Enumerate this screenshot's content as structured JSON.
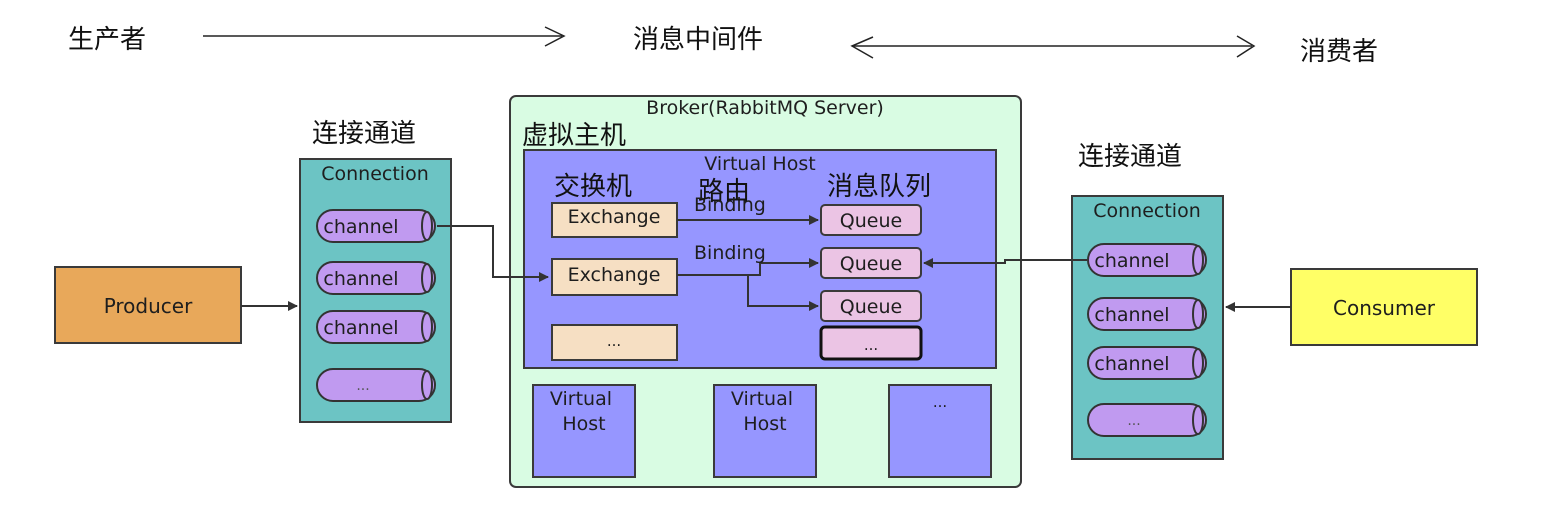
{
  "top_labels": {
    "producer_role": "生产者",
    "middleware": "消息中间件",
    "consumer_role": "消费者"
  },
  "producer": {
    "label": "Producer"
  },
  "consumer": {
    "label": "Consumer"
  },
  "left_connection": {
    "title_cn": "连接通道",
    "title": "Connection",
    "channels": [
      "channel",
      "channel",
      "channel",
      "..."
    ]
  },
  "right_connection": {
    "title_cn": "连接通道",
    "title": "Connection",
    "channels": [
      "channel",
      "channel",
      "channel",
      "..."
    ]
  },
  "broker": {
    "title": "Broker(RabbitMQ Server)",
    "vhost_cn": "虚拟主机",
    "vhost_title": "Virtual Host",
    "exchange_cn": "交换机",
    "routing_cn": "路由",
    "queue_cn": "消息队列",
    "exchanges": [
      "Exchange",
      "Exchange",
      "..."
    ],
    "queues": [
      "Queue",
      "Queue",
      "Queue",
      "..."
    ],
    "bindings": [
      "Binding",
      "Binding"
    ],
    "other_vhosts": [
      "Virtual\nHost",
      "Virtual\nHost",
      "..."
    ]
  },
  "colors": {
    "producer": "#E8A85A",
    "consumer": "#FFFF66",
    "connection": "#6CC4C4",
    "channel": "#C09AF0",
    "broker": "#D9FCE3",
    "vhost": "#9696FF",
    "exchange": "#F6DFC3",
    "queue": "#EBC4E4"
  }
}
